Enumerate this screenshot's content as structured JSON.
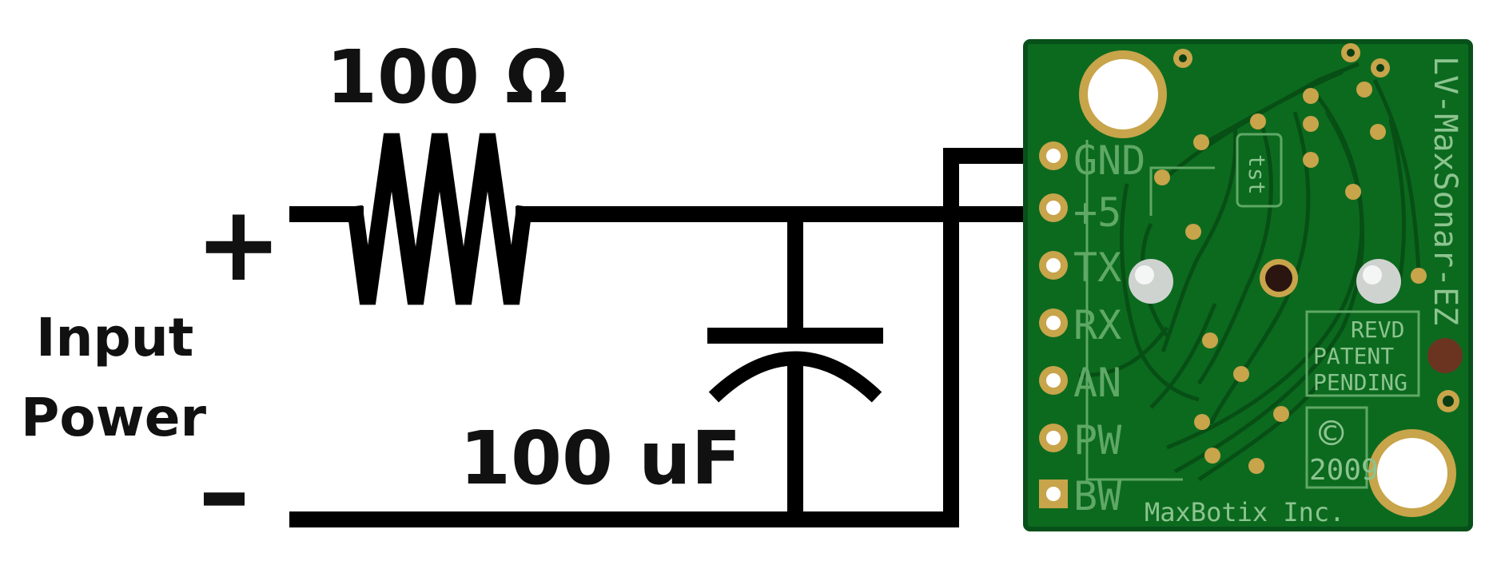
{
  "labels": {
    "resistor_value": "100 Ω",
    "capacitor_value": "100 uF",
    "plus_sign": "+",
    "minus_sign": "–",
    "input_line1": "Input",
    "input_line2": "Power"
  },
  "board": {
    "pins": [
      "GND",
      "+5",
      "TX",
      "RX",
      "AN",
      "PW",
      "BW"
    ],
    "side_text": "LV-MaxSonar-EZ",
    "maker": "MaxBotix Inc.",
    "copyright_symbol": "©",
    "year": "2009",
    "notice_line1": "REVD",
    "notice_line2": "PATENT",
    "notice_line3": "PENDING",
    "tst_label": "tst"
  },
  "colors": {
    "wire": "#000000",
    "pcb": "#0c6a1f",
    "pcb_dark": "#07501a",
    "trace": "#0a5518",
    "pad_gold": "#c8a44a"
  }
}
